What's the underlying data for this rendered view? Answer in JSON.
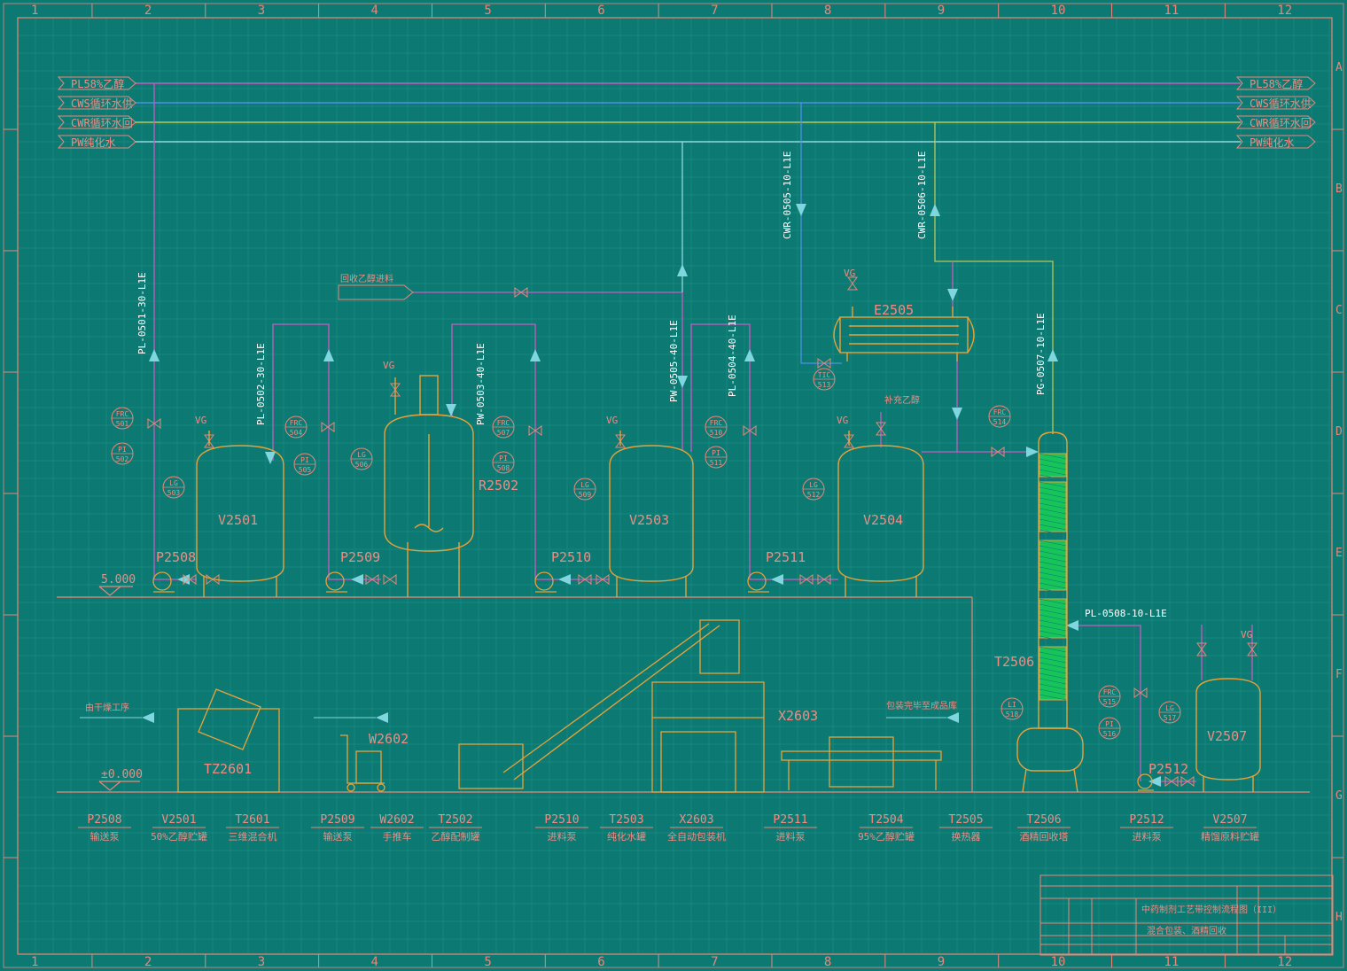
{
  "colors": {
    "background": "#0c7a73",
    "grid": "#1f9088",
    "frame": "#e8877a",
    "equipment": "#e8a23a",
    "pipe_pl": "#c65bc2",
    "pipe_cws": "#4f8fe6",
    "pipe_cwr": "#b7c85a",
    "pipe_pw": "#8fd8e0",
    "arrow": "#7fd6df",
    "packing": "#16c45a",
    "text": "#f08c83",
    "pipe_text": "#ffffff"
  },
  "grid_cols": [
    "1",
    "2",
    "3",
    "4",
    "5",
    "6",
    "7",
    "8",
    "9",
    "10",
    "11",
    "12"
  ],
  "grid_rows": [
    "A",
    "B",
    "C",
    "D",
    "E",
    "F",
    "G",
    "H"
  ],
  "utility_lines": [
    {
      "code": "PL",
      "desc": "58%乙醇"
    },
    {
      "code": "CWS",
      "desc": "循环水供"
    },
    {
      "code": "CWR",
      "desc": "循环水回"
    },
    {
      "code": "PW",
      "desc": "纯化水"
    }
  ],
  "elevations": {
    "upper": "5.000",
    "ground": "±0.000"
  },
  "vessels": {
    "v2501": "V2501",
    "r2502": "R2502",
    "v2503": "V2503",
    "v2504": "V2504",
    "e2505": "E2505",
    "t2506": "T2506",
    "v2507": "V2507"
  },
  "pumps": {
    "p2508": "P2508",
    "p2509": "P2509",
    "p2510": "P2510",
    "p2511": "P2511",
    "p2512": "P2512"
  },
  "lower_equipment": {
    "tz2601": "TZ2601",
    "w2602": "W2602",
    "x2603": "X2603"
  },
  "pipe_labels": {
    "pl0501": "PL-0501-30-L1E",
    "pl0502": "PL-0502-30-L1E",
    "pw0503": "PW-0503-40-L1E",
    "pw0505": "PW-0505-40-L1E",
    "pl0504": "PL-0504-40-L1E",
    "cwr0505": "CWR-0505-10-L1E",
    "cwr0506": "CWR-0506-10-L1E",
    "pg0507": "PG-0507-10-L1E",
    "pl0508": "PL-0508-10-L1E"
  },
  "notes": {
    "recovered_ethanol": "回收乙醇进料",
    "makeup_ethanol": "补充乙醇",
    "from_drying": "由干燥工序",
    "to_warehouse": "包装完毕至成品库"
  },
  "instruments": {
    "vg": "VG",
    "frc501": [
      "FRC",
      "501"
    ],
    "pi502": [
      "PI",
      "502"
    ],
    "lg503": [
      "LG",
      "503"
    ],
    "frc504": [
      "FRC",
      "504"
    ],
    "pi505": [
      "PI",
      "505"
    ],
    "lg506": [
      "LG",
      "506"
    ],
    "frc507": [
      "FRC",
      "507"
    ],
    "pi508": [
      "PI",
      "508"
    ],
    "lg509": [
      "LG",
      "509"
    ],
    "frc510": [
      "FRC",
      "510"
    ],
    "pi511": [
      "PI",
      "511"
    ],
    "lg512": [
      "LG",
      "512"
    ],
    "tic513": [
      "TIC",
      "513"
    ],
    "frc514": [
      "FRC",
      "514"
    ],
    "frc515": [
      "FRC",
      "515"
    ],
    "pi516": [
      "PI",
      "516"
    ],
    "lg517": [
      "LG",
      "517"
    ],
    "li518": [
      "LI",
      "518"
    ]
  },
  "legend": [
    {
      "tag": "P2508",
      "name": "输送泵"
    },
    {
      "tag": "V2501",
      "name": "50%乙醇贮罐"
    },
    {
      "tag": "T2601",
      "name": "三维混合机"
    },
    {
      "tag": "P2509",
      "name": "输送泵"
    },
    {
      "tag": "W2602",
      "name": "手推车"
    },
    {
      "tag": "T2502",
      "name": "乙醇配制罐"
    },
    {
      "tag": "P2510",
      "name": "进料泵"
    },
    {
      "tag": "T2503",
      "name": "纯化水罐"
    },
    {
      "tag": "X2603",
      "name": "全自动包装机"
    },
    {
      "tag": "P2511",
      "name": "进料泵"
    },
    {
      "tag": "T2504",
      "name": "95%乙醇贮罐"
    },
    {
      "tag": "T2505",
      "name": "换热器"
    },
    {
      "tag": "T2506",
      "name": "酒精回收塔"
    },
    {
      "tag": "P2512",
      "name": "进料泵"
    },
    {
      "tag": "V2507",
      "name": "精馏原料贮罐"
    }
  ],
  "title_block": {
    "title_line1": "中药制剂工艺带控制流程图（III）",
    "title_line2": "混合包装、酒精回收"
  }
}
